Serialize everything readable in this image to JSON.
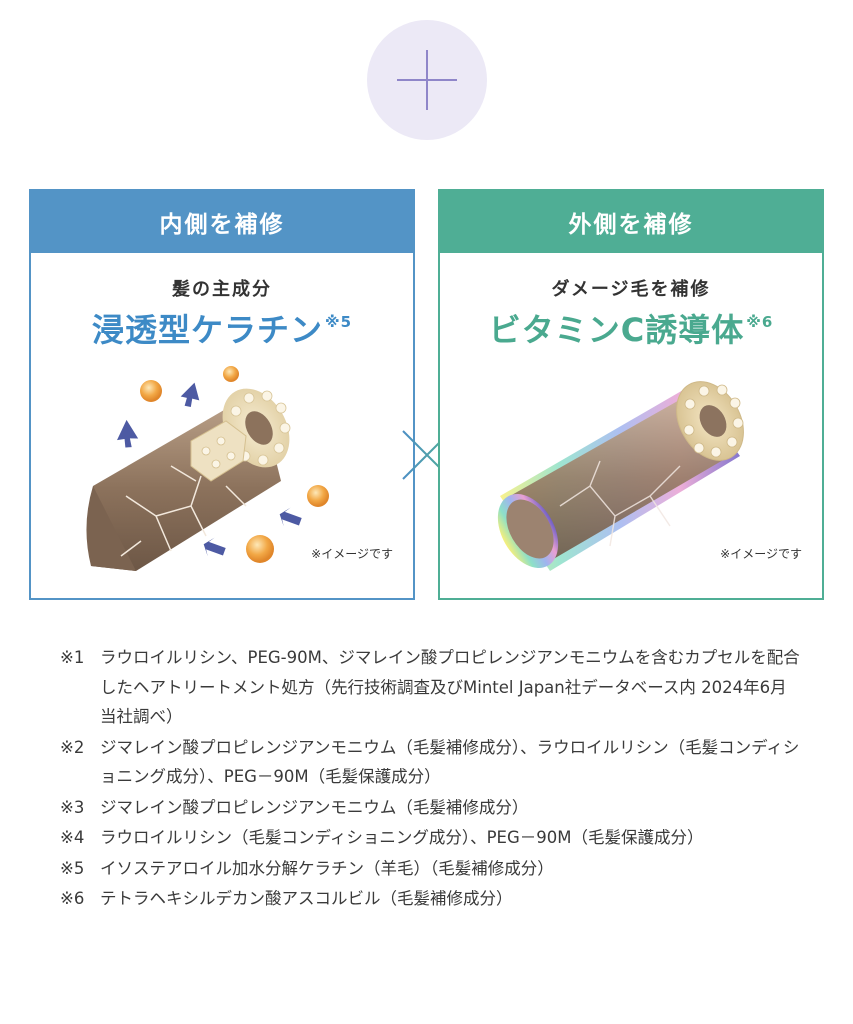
{
  "left_panel": {
    "header": "内側を補修",
    "subtitle": "髪の主成分",
    "title": "浸透型ケラチン",
    "title_mark": "※5",
    "image_note": "※イメージです",
    "color": "#5394c6"
  },
  "right_panel": {
    "header": "外側を補修",
    "subtitle": "ダメージ毛を補修",
    "title": "ビタミンC誘導体",
    "title_mark": "※6",
    "image_note": "※イメージです",
    "color": "#4fae95"
  },
  "icons": {
    "top": "plus-icon",
    "middle": "cross-icon"
  },
  "footnotes": [
    {
      "mark": "※1",
      "text": "ラウロイルリシン、PEG-90M、ジマレイン酸プロピレンジアンモニウムを含むカプセルを配合したヘアトリートメント処方（先行技術調査及びMintel Japan社データベース内 2024年6月 当社調べ）"
    },
    {
      "mark": "※2",
      "text": "ジマレイン酸プロピレンジアンモニウム（毛髪補修成分）、ラウロイルリシン（毛髪コンディショニング成分）、PEG－90M（毛髪保護成分）"
    },
    {
      "mark": "※3",
      "text": "ジマレイン酸プロピレンジアンモニウム（毛髪補修成分）"
    },
    {
      "mark": "※4",
      "text": "ラウロイルリシン（毛髪コンディショニング成分）、PEG－90M（毛髪保護成分）"
    },
    {
      "mark": "※5",
      "text": "イソステアロイル加水分解ケラチン（羊毛）（毛髪補修成分）"
    },
    {
      "mark": "※6",
      "text": "テトラヘキシルデカン酸アスコルビル（毛髪補修成分）"
    }
  ]
}
